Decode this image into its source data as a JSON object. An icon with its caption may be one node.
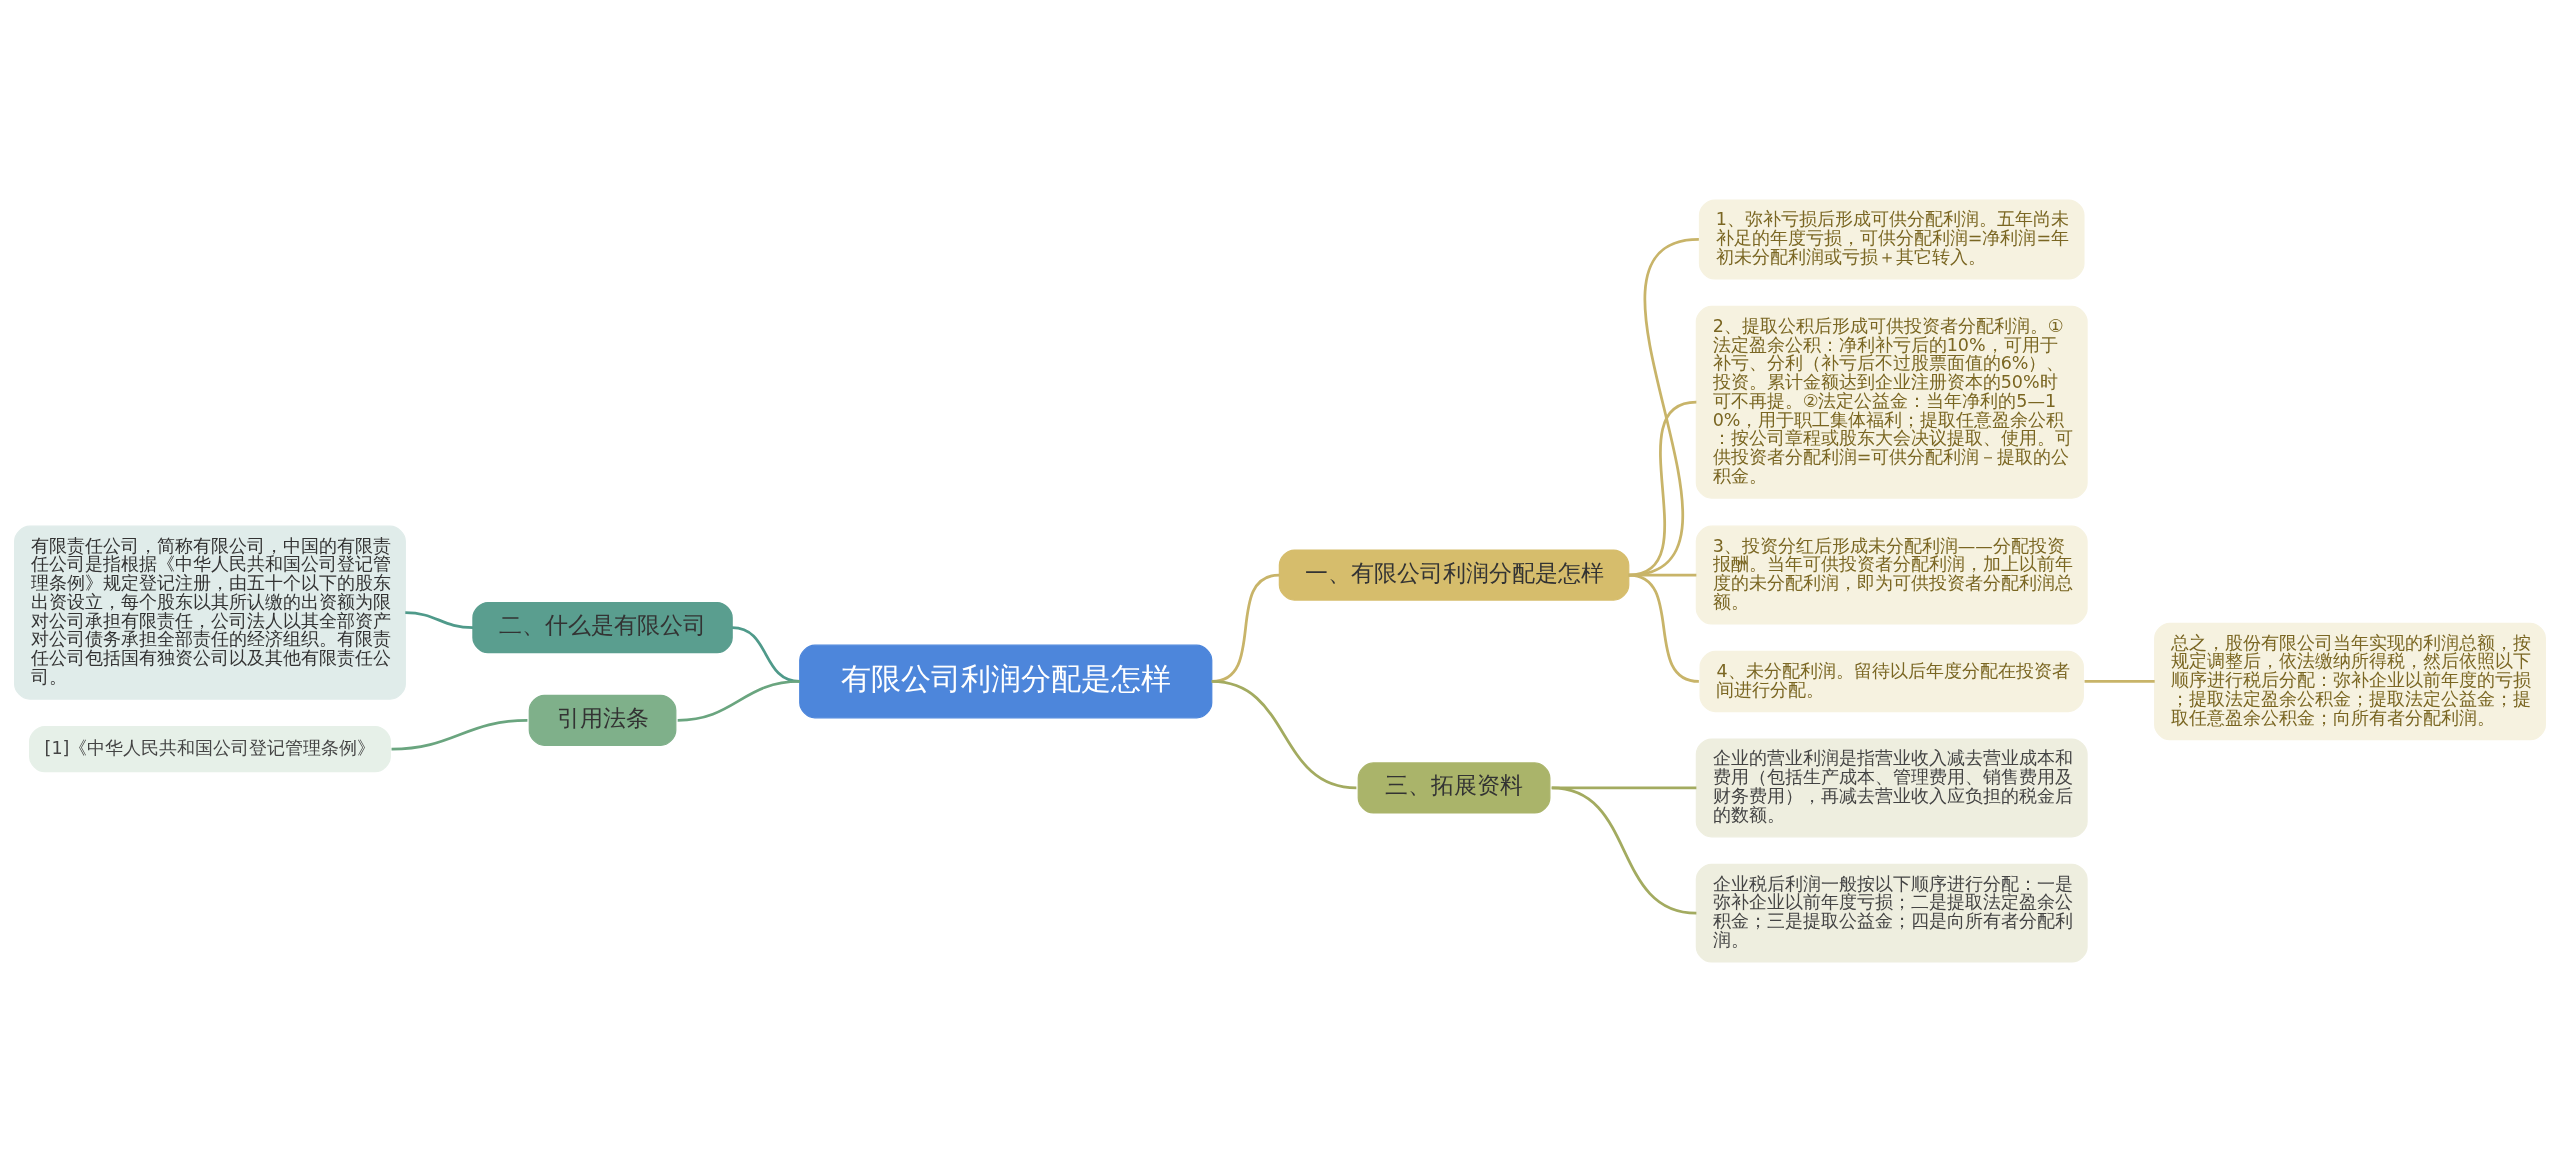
{
  "diagram": {
    "nodes": [
      {
        "text": [
          "有限公司利润分配是怎样"
        ]
      },
      {
        "text": [
          "一、有限公司利润分配是怎样"
        ]
      },
      {
        "text": [
          "1、弥补亏损后形成可供分配利润。五年尚未补足的年度亏损，可供分配利润=净利润=年初未分配利润或亏损＋其它转入。"
        ]
      },
      {
        "text": [
          "2、提取公积后形成可供投资者分配利润。①法定盈余公积：净利补亏后的10%，可用于补亏、分利（补亏后不过股票面值的6%）、投资。累计金额达到企业注册资本的50%时可不再提。②法定公益金：当年净利的5—10%，用于职工集体福利；提取任意盈余公积：按公司章程或股东大会决议提取、使用。可供投资者分配利润=可供分配利润－提取的公积金。"
        ]
      },
      {
        "text": [
          "3、投资分红后形成未分配利润——分配投资报酬。当年可供投资者分配利润，加上以前年度的未分配利润，即为可供投资者分配利润总额。"
        ]
      },
      {
        "text": [
          "4、未分配利润。留待以后年度分配在投资者间进行分配。"
        ]
      },
      {
        "text": [
          "总之，股份有限公司当年实现的利润总额，按规定调整后，依法缴纳所得税，然后依照以下顺序进行税后分配：弥补企业以前年度的亏损；提取法定盈余公积金；提取法定公益金；提取任意盈余公积金；向所有者分配利润。"
        ]
      },
      {
        "text": [
          "二、什么是有限公司"
        ]
      },
      {
        "text": [
          "有限责任公司，简称有限公司，中国的有限责任公司是指根据《中华人民共和国公司登记管理条例》规定登记注册，由五十个以下的股东出资设立，每个股东以其所认缴的出资额为限对公司承担有限责任，公司法人以其全部资产对公司债务承担全部责任的经济组织。有限责任公司包括国有独资公司以及其他有限责任公司。"
        ]
      },
      {
        "text": [
          "引用法条"
        ]
      },
      {
        "text": [
          "[1]《中华人民共和国公司登记管理条例》"
        ]
      },
      {
        "text": [
          "三、拓展资料"
        ]
      },
      {
        "text": [
          "企业的营业利润是指营业收入减去营业成本和费用（包括生产成本、管理费用、销售费用及财务费用），再减去营业收入应负担的税金后的数额。"
        ]
      },
      {
        "text": [
          "企业税后利润一般按以下顺序进行分配：一是弥补企业以前年度亏损；二是提取法定盈余公积金；三是提取公益金；四是向所有者分配利润。"
        ]
      }
    ],
    "edges": [
      {
        "from": 8,
        "to": 7,
        "arrow": "none",
        "color": "#4f9a8a"
      },
      {
        "from": 7,
        "to": 0,
        "arrow": "none",
        "color": "#4f9a8a"
      },
      {
        "from": 10,
        "to": 9,
        "arrow": "none",
        "color": "#6aa57f"
      },
      {
        "from": 9,
        "to": 0,
        "arrow": "none",
        "color": "#6aa57f"
      },
      {
        "from": 0,
        "to": 1,
        "arrow": "none"
      },
      {
        "from": 1,
        "to": 2,
        "arrow": "none"
      },
      {
        "from": 1,
        "to": 3,
        "arrow": "none"
      },
      {
        "from": 1,
        "to": 4,
        "arrow": "none"
      },
      {
        "from": 1,
        "to": 5,
        "arrow": "none"
      },
      {
        "from": 5,
        "to": 6,
        "arrow": "none"
      },
      {
        "from": 0,
        "to": 11,
        "arrow": "none",
        "color": "#a3ab60"
      },
      {
        "from": 11,
        "to": 12,
        "arrow": "none",
        "color": "#a3ab60"
      },
      {
        "from": 11,
        "to": 13,
        "arrow": "none",
        "color": "#a3ab60"
      }
    ]
  }
}
